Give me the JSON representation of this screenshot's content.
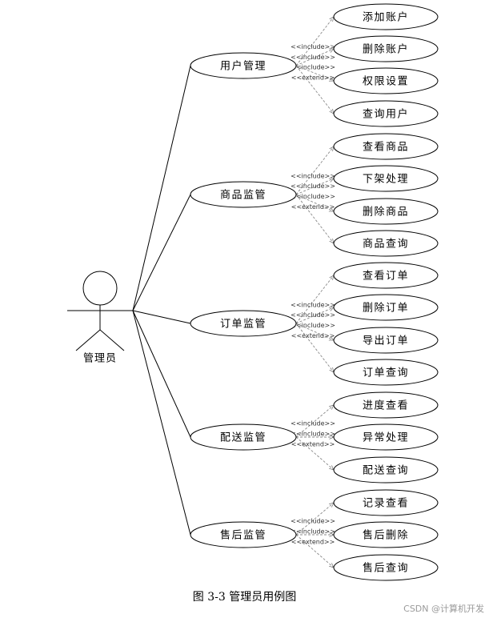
{
  "actor": {
    "label": "管理员"
  },
  "groups": [
    {
      "label": "用户管理",
      "children": [
        {
          "label": "添加账户",
          "relation": "<<include>>"
        },
        {
          "label": "删除账户",
          "relation": "<<include>>"
        },
        {
          "label": "权限设置",
          "relation": "<<include>>"
        },
        {
          "label": "查询用户",
          "relation": "<<extend>>"
        }
      ]
    },
    {
      "label": "商品监管",
      "children": [
        {
          "label": "查看商品",
          "relation": "<<include>>"
        },
        {
          "label": "下架处理",
          "relation": "<<include>>"
        },
        {
          "label": "删除商品",
          "relation": "<<include>>"
        },
        {
          "label": "商品查询",
          "relation": "<<extend>>"
        }
      ]
    },
    {
      "label": "订单监管",
      "children": [
        {
          "label": "查看订单",
          "relation": "<<include>>"
        },
        {
          "label": "删除订单",
          "relation": "<<include>>"
        },
        {
          "label": "导出订单",
          "relation": "<<include>>"
        },
        {
          "label": "订单查询",
          "relation": "<<extend>>"
        }
      ]
    },
    {
      "label": "配送监管",
      "children": [
        {
          "label": "进度查看",
          "relation": "<<include>>"
        },
        {
          "label": "异常处理",
          "relation": "<<include>>"
        },
        {
          "label": "配送查询",
          "relation": "<<extend>>"
        }
      ]
    },
    {
      "label": "售后监管",
      "children": [
        {
          "label": "记录查看",
          "relation": "<<include>>"
        },
        {
          "label": "售后删除",
          "relation": "<<include>>"
        },
        {
          "label": "售后查询",
          "relation": "<<extend>>"
        }
      ]
    }
  ],
  "caption": "图 3-3 管理员用例图",
  "watermark": "CSDN @计算机开发"
}
